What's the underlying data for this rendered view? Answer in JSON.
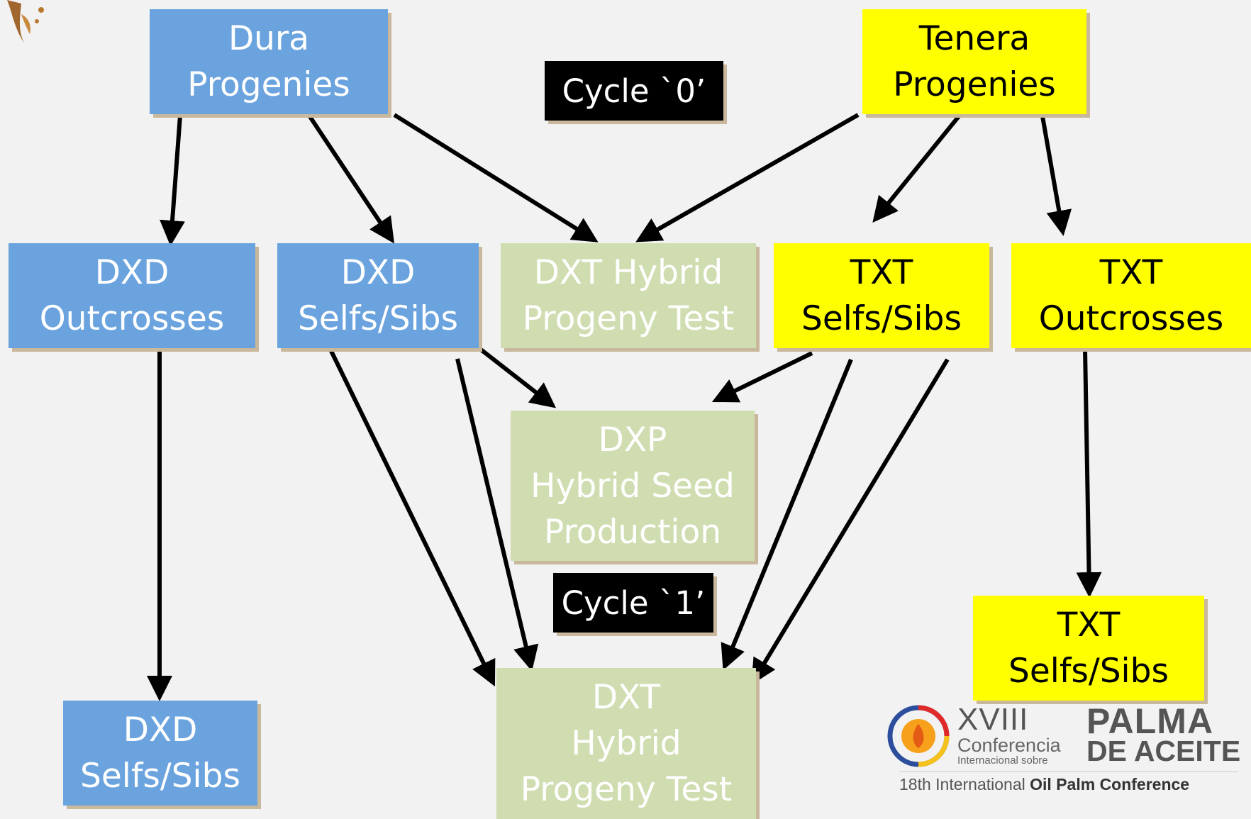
{
  "nodes": {
    "dura_progenies": {
      "line1": "Dura",
      "line2": "Progenies"
    },
    "tenera_progenies": {
      "line1": "Tenera",
      "line2": "Progenies"
    },
    "cycle0": {
      "label": "Cycle `0’"
    },
    "dxd_outcrosses": {
      "line1": "DXD",
      "line2": "Outcrosses"
    },
    "dxd_selfs_sibs": {
      "line1": "DXD",
      "line2": "Selfs/Sibs"
    },
    "dxt_hybrid_test_top": {
      "line1": "DXT Hybrid",
      "line2": "Progeny Test"
    },
    "txt_selfs_sibs": {
      "line1": "TXT",
      "line2": "Selfs/Sibs"
    },
    "txt_outcrosses": {
      "line1": "TXT",
      "line2": "Outcrosses"
    },
    "dxp_seed": {
      "line1": "DXP",
      "line2": "Hybrid Seed",
      "line3": "Production"
    },
    "cycle1": {
      "label": "Cycle `1’"
    },
    "txt_selfs_sibs_bottom": {
      "line1": "TXT",
      "line2": "Selfs/Sibs"
    },
    "dxd_selfs_sibs_bottom": {
      "line1": "DXD",
      "line2": "Selfs/Sibs"
    },
    "dxt_hybrid_test_bottom": {
      "line1": "DXT",
      "line2": "Hybrid",
      "line3": "Progeny Test"
    }
  },
  "logo": {
    "roman": "XVIII",
    "conferencia": "Conferencia",
    "internacional": "Internacional sobre",
    "palma": "PALMA",
    "de_aceite": "DE ACEITE",
    "english_prefix": "18th International",
    "english_bold": "Oil Palm Conference"
  },
  "colors": {
    "dura": "#6aa3de",
    "tenera": "#ffff00",
    "hybrid": "#cfddb0",
    "cycle": "#000000"
  }
}
